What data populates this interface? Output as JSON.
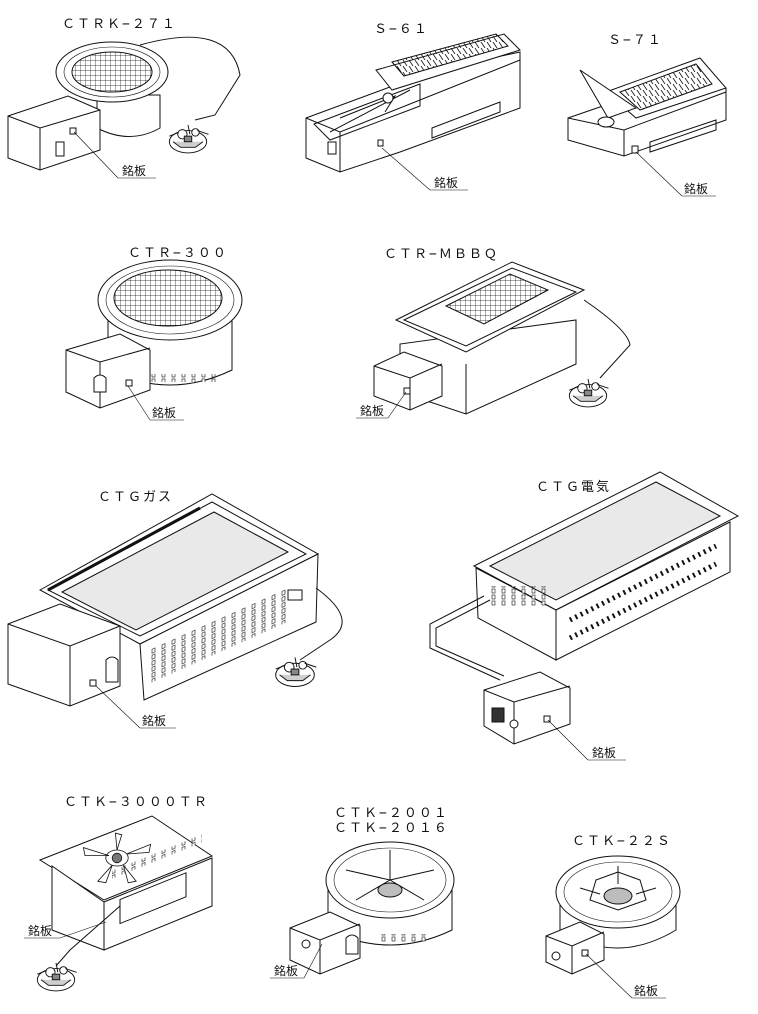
{
  "products": [
    {
      "id": "ctrk271",
      "model": "ＣＴＲＫ−２７１",
      "plate_label": "銘板"
    },
    {
      "id": "s61",
      "model": "Ｓ−６１",
      "plate_label": "銘板"
    },
    {
      "id": "s71",
      "model": "Ｓ−７１",
      "plate_label": "銘板"
    },
    {
      "id": "ctr300",
      "model": "ＣＴＲ−３００",
      "plate_label": "銘板"
    },
    {
      "id": "ctrmbbq",
      "model": "ＣＴＲ−ＭＢＢＱ",
      "plate_label": "銘板"
    },
    {
      "id": "ctggas",
      "model": "ＣＴＧガス",
      "plate_label": "銘板"
    },
    {
      "id": "ctgelec",
      "model": "ＣＴＧ電気",
      "plate_label": "銘板"
    },
    {
      "id": "ctk3000tr",
      "model": "ＣＴＫ−３０００ＴＲ",
      "plate_label": "銘板"
    },
    {
      "id": "ctk2001",
      "model": "ＣＴＫ−２００１",
      "model_line2": "ＣＴＫ−２０１６",
      "plate_label": "銘板"
    },
    {
      "id": "ctk22s",
      "model": "ＣＴＫ−２２Ｓ",
      "plate_label": "銘板"
    }
  ]
}
